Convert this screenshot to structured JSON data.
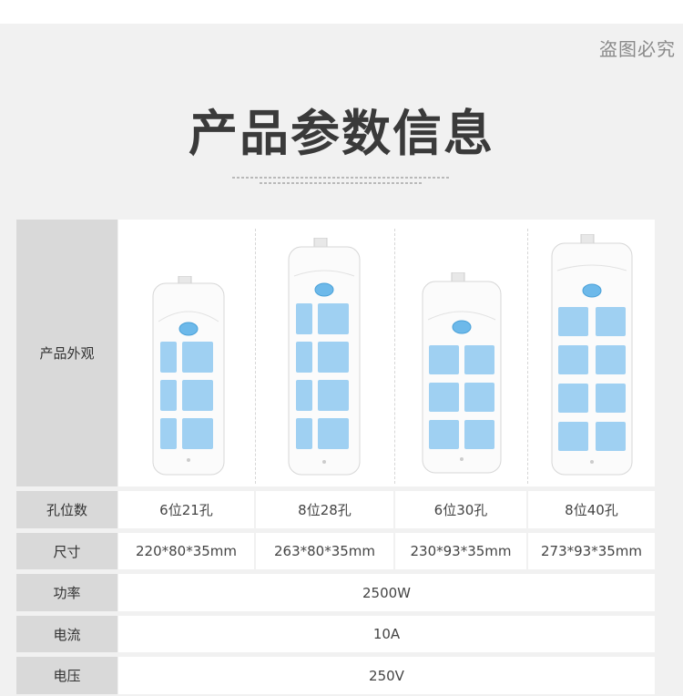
{
  "watermark": "盗图必究",
  "title": "产品参数信息",
  "table": {
    "appearance_label": "产品外观",
    "products": [
      {
        "kind": "6x",
        "icon": "power-strip-6-icon"
      },
      {
        "kind": "8x",
        "icon": "power-strip-8-icon"
      },
      {
        "kind": "6w",
        "icon": "power-strip-6-wide-icon"
      },
      {
        "kind": "8w",
        "icon": "power-strip-8-wide-icon"
      }
    ],
    "rows": [
      {
        "label": "孔位数",
        "values": [
          "6位21孔",
          "8位28孔",
          "6位30孔",
          "8位40孔"
        ]
      },
      {
        "label": "尺寸",
        "values": [
          "220*80*35mm",
          "263*80*35mm",
          "230*93*35mm",
          "273*93*35mm"
        ]
      },
      {
        "label": "功率",
        "value": "2500W"
      },
      {
        "label": "电流",
        "value": "10A"
      },
      {
        "label": "电压",
        "value": "250V"
      }
    ]
  },
  "colors": {
    "socket_blue": "#9fd0f2",
    "button_blue": "#6db9ea",
    "label_bg": "#d9d9d9",
    "panel_bg": "#f1f1f1"
  }
}
